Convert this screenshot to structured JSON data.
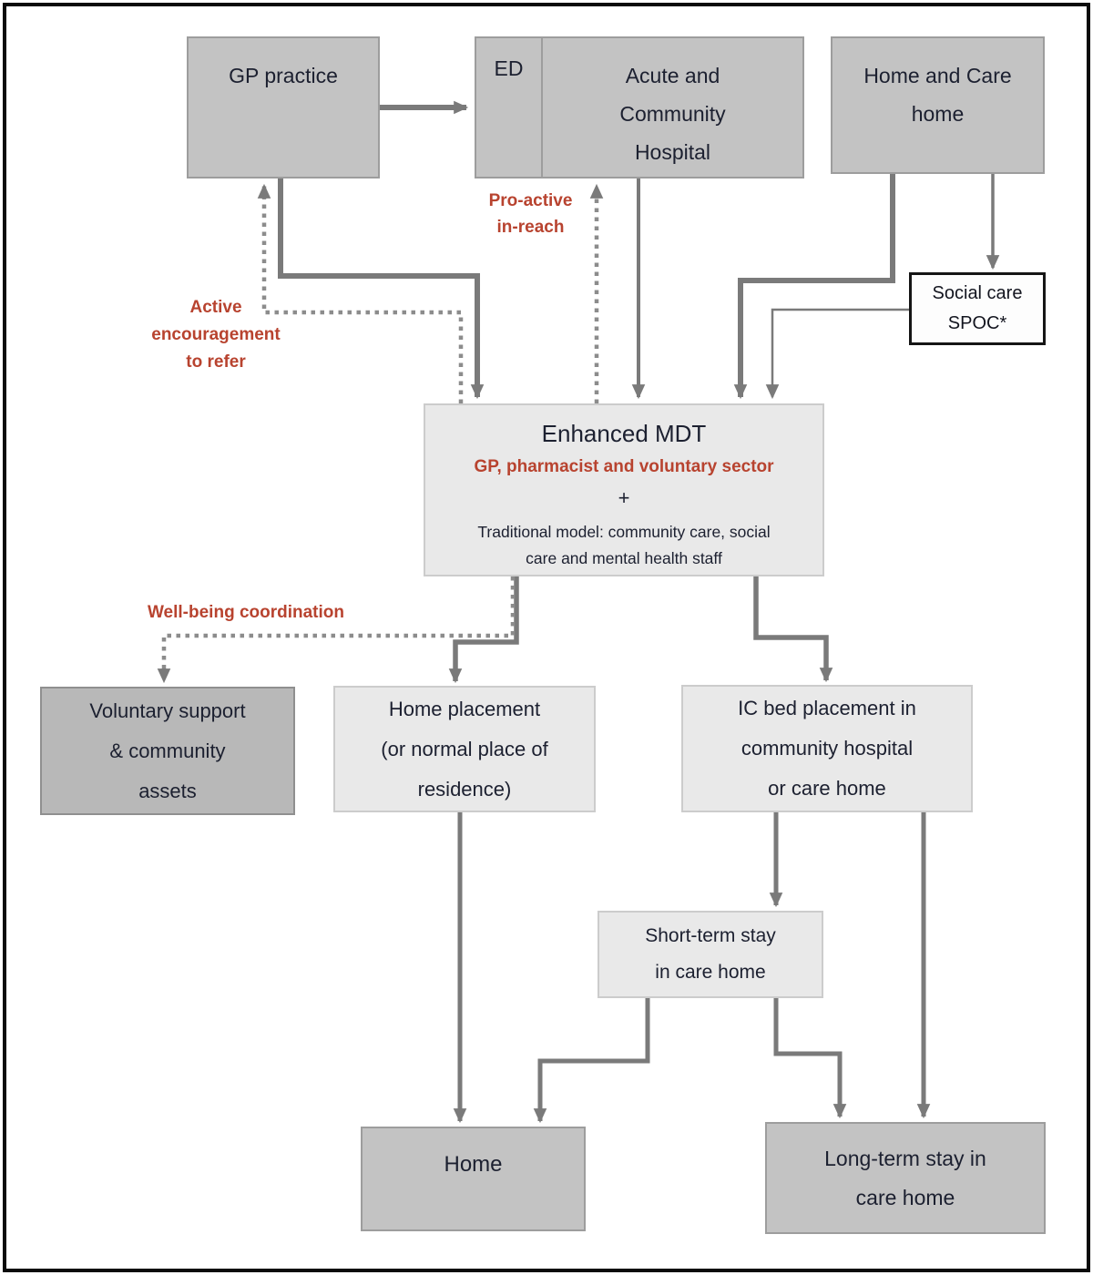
{
  "nodes": {
    "gp_practice": {
      "label": "GP practice"
    },
    "ed": {
      "label": "ED"
    },
    "hospital": {
      "lines": [
        "Acute and",
        "Community",
        "Hospital"
      ]
    },
    "home_care_home": {
      "lines": [
        "Home and Care",
        "home"
      ]
    },
    "social_care_spoc": {
      "lines": [
        "Social care",
        "SPOC*"
      ]
    },
    "enhanced_mdt": {
      "title": "Enhanced MDT",
      "subtitle": "GP, pharmacist and voluntary sector",
      "plus": "+",
      "body_lines": [
        "Traditional model: community care, social",
        "care and mental health staff"
      ]
    },
    "voluntary_support": {
      "lines": [
        "Voluntary support",
        "& community",
        "assets"
      ]
    },
    "home_placement": {
      "lines": [
        "Home placement",
        "(or normal place of",
        "residence)"
      ]
    },
    "ic_bed": {
      "lines": [
        "IC bed placement in",
        "community hospital",
        "or care home"
      ]
    },
    "short_term": {
      "lines": [
        "Short-term stay",
        "in care home"
      ]
    },
    "home": {
      "label": "Home"
    },
    "long_term": {
      "lines": [
        "Long-term stay in",
        "care home"
      ]
    }
  },
  "edge_labels": {
    "pro_active": [
      "Pro-active",
      "in-reach"
    ],
    "active_encouragement": [
      "Active",
      "encouragement",
      "to refer"
    ],
    "well_being": "Well-being coordination"
  },
  "colors": {
    "dark_box_fill": "#c3c3c3",
    "dark_box_border": "#9d9d9d",
    "voluntary_fill": "#b8b8b8",
    "light_box_fill": "#e9e9e9",
    "spoc_fill": "#fdfdfd",
    "spoc_border": "#151515",
    "line_gray": "#7a7a7a",
    "dotted_gray": "#8c8c8c",
    "accent_red": "#b8432f",
    "text_dark": "#1c2030",
    "frame_black": "#0b0b0b"
  }
}
